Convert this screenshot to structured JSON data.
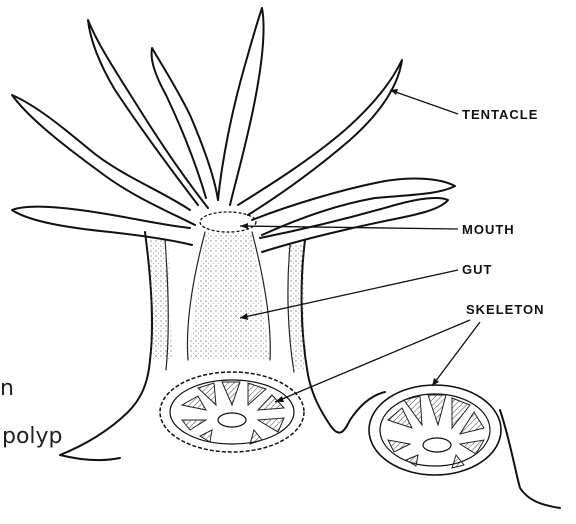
{
  "labels": {
    "tentacle": "TENTACLE",
    "mouth": "MOUTH",
    "gut": "GUT",
    "skeleton": "SKELETON"
  },
  "left_margin_text": {
    "line1": "n",
    "line2": "polyp"
  },
  "colors": {
    "ink": "#111111",
    "paper": "#ffffff"
  }
}
